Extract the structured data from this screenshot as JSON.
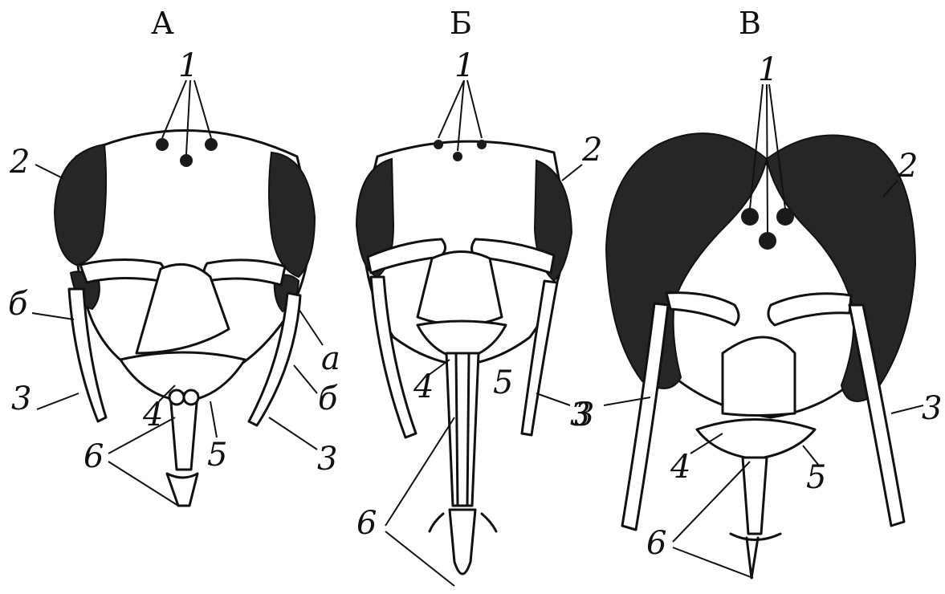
{
  "panels": [
    {
      "letter": "А"
    },
    {
      "letter": "Б"
    },
    {
      "letter": "В"
    }
  ],
  "labels": {
    "ocelli": "1",
    "compound_eye": "2",
    "antenna": "3",
    "mandible": "4",
    "maxilla": "5",
    "labium": "6",
    "a": "а",
    "b": "б"
  },
  "colors": {
    "ink": "#111111",
    "eye": "#262626",
    "paper": "#ffffff"
  }
}
